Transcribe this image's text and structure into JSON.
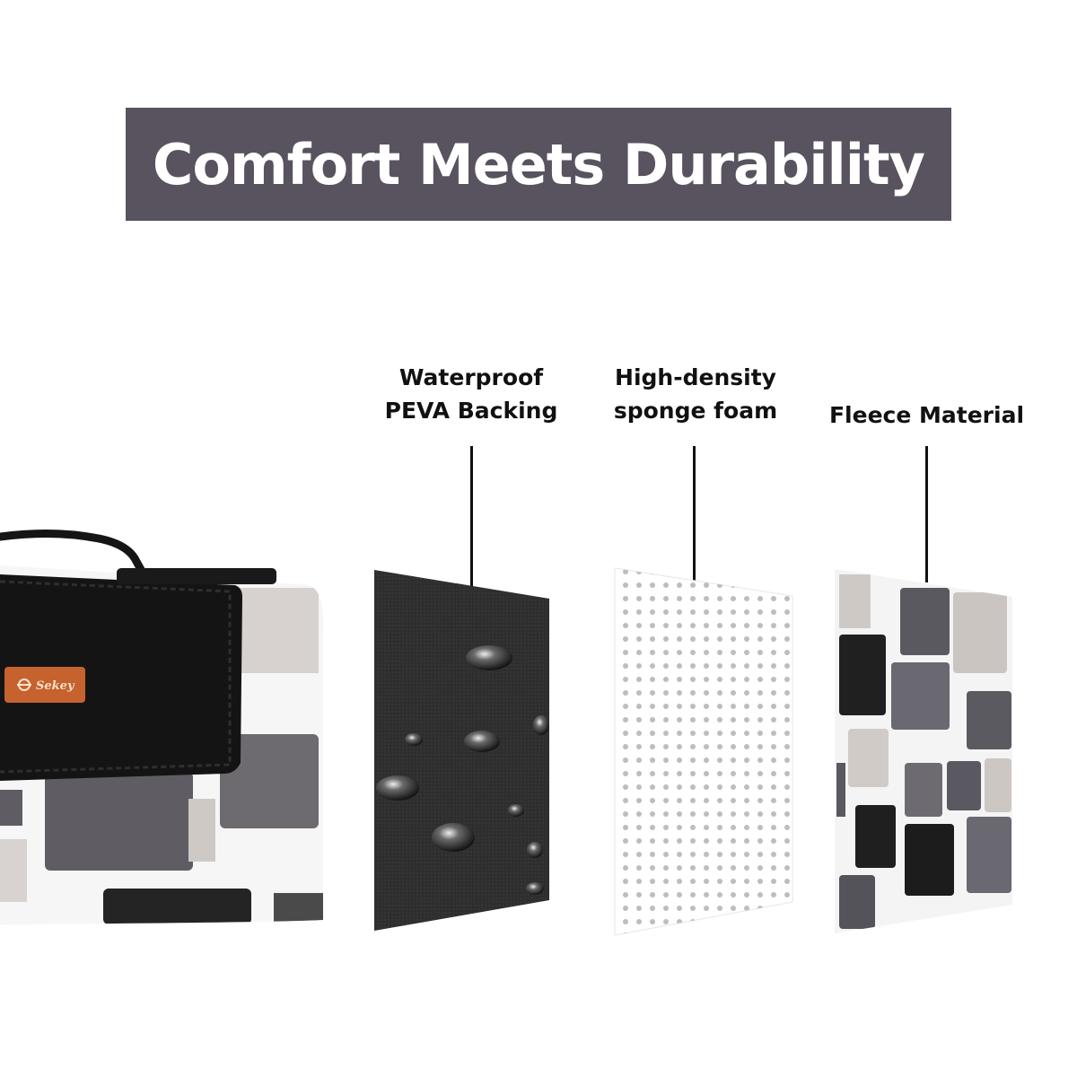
{
  "banner": {
    "title": "Comfort Meets Durability"
  },
  "layers": [
    {
      "id": "backing",
      "line1": "Waterproof",
      "line2": "PEVA Backing"
    },
    {
      "id": "foam",
      "line1": "High-density",
      "line2": "sponge foam"
    },
    {
      "id": "fleece",
      "line1": "Fleece Material",
      "line2": ""
    }
  ],
  "product": {
    "brand_tag": "Sekey"
  },
  "colors": {
    "banner": "#59535f",
    "backing": "#2f2f2f",
    "foam_dot": "#bdbdbd",
    "tag": "#c5622e"
  }
}
